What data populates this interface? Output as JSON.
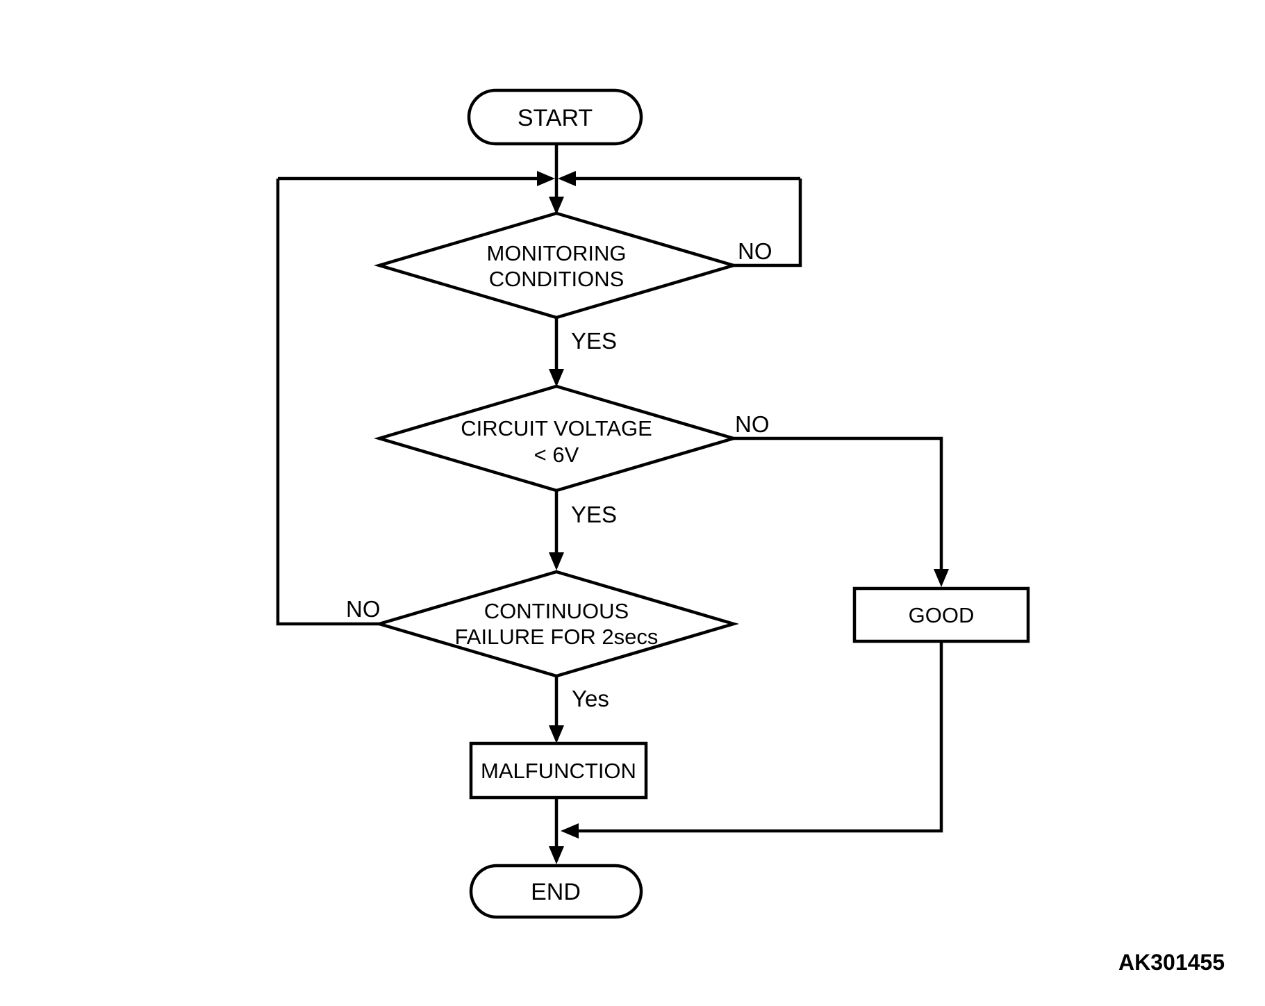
{
  "flowchart": {
    "figure_code": "AK301455",
    "colors": {
      "line": "#000000",
      "background": "#ffffff"
    },
    "nodes": {
      "start": {
        "type": "terminator",
        "label": "START"
      },
      "monitoring": {
        "type": "decision",
        "label_line1": "MONITORING",
        "label_line2": "CONDITIONS"
      },
      "voltage": {
        "type": "decision",
        "label_line1": "CIRCUIT VOLTAGE",
        "label_line2": "< 6V"
      },
      "failure": {
        "type": "decision",
        "label_line1": "CONTINUOUS",
        "label_line2": "FAILURE FOR 2secs"
      },
      "good": {
        "type": "process",
        "label": "GOOD"
      },
      "malfunction": {
        "type": "process",
        "label": "MALFUNCTION"
      },
      "end": {
        "type": "terminator",
        "label": "END"
      }
    },
    "edge_labels": {
      "monitoring_no": "NO",
      "monitoring_yes": "YES",
      "voltage_no": "NO",
      "voltage_yes": "YES",
      "failure_no": "NO",
      "failure_yes": "Yes"
    }
  }
}
